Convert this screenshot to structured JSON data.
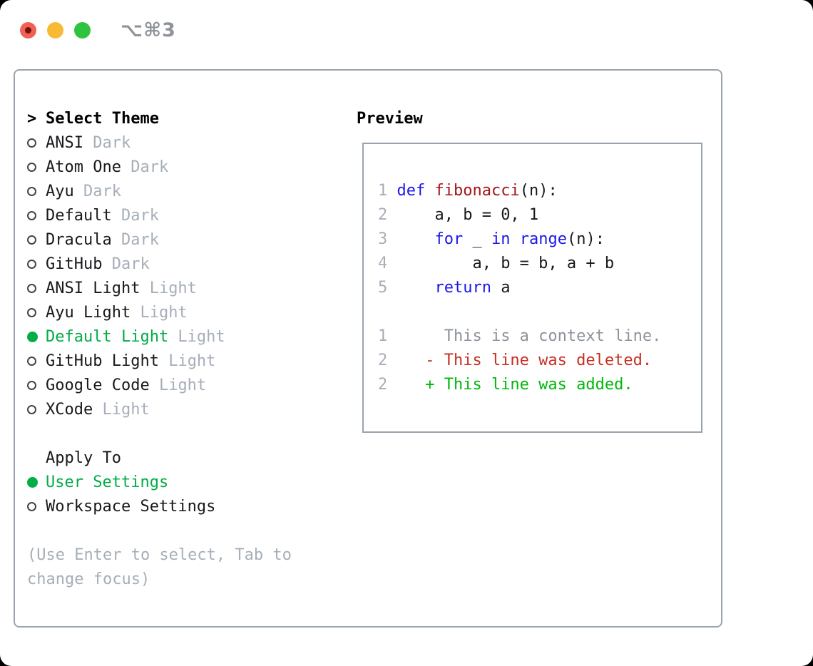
{
  "titlebar": {
    "shortcut": "⌥⌘3"
  },
  "theme_list": {
    "prompt": ">",
    "title": "Select Theme",
    "items": [
      {
        "name": "ANSI",
        "variant": "Dark",
        "selected": false
      },
      {
        "name": "Atom One",
        "variant": "Dark",
        "selected": false
      },
      {
        "name": "Ayu",
        "variant": "Dark",
        "selected": false
      },
      {
        "name": "Default",
        "variant": "Dark",
        "selected": false
      },
      {
        "name": "Dracula",
        "variant": "Dark",
        "selected": false
      },
      {
        "name": "GitHub",
        "variant": "Dark",
        "selected": false
      },
      {
        "name": "ANSI Light",
        "variant": "Light",
        "selected": false
      },
      {
        "name": "Ayu Light",
        "variant": "Light",
        "selected": false
      },
      {
        "name": "Default Light",
        "variant": "Light",
        "selected": true
      },
      {
        "name": "GitHub Light",
        "variant": "Light",
        "selected": false
      },
      {
        "name": "Google Code",
        "variant": "Light",
        "selected": false
      },
      {
        "name": "XCode",
        "variant": "Light",
        "selected": false
      }
    ]
  },
  "apply_to": {
    "title": "Apply To",
    "options": [
      {
        "label": "User Settings",
        "selected": true
      },
      {
        "label": "Workspace Settings",
        "selected": false
      }
    ]
  },
  "help_lines": [
    "(Use Enter to select, Tab to",
    "change focus)"
  ],
  "preview": {
    "title": "Preview",
    "lines": [
      {
        "num": "1",
        "tokens": [
          [
            "plain",
            " "
          ],
          [
            "kw",
            "def"
          ],
          [
            "plain",
            " "
          ],
          [
            "fn",
            "fibonacci"
          ],
          [
            "plain",
            "(n):"
          ]
        ]
      },
      {
        "num": "2",
        "tokens": [
          [
            "plain",
            "     a, b = 0, 1"
          ]
        ]
      },
      {
        "num": "3",
        "tokens": [
          [
            "plain",
            "     "
          ],
          [
            "kw",
            "for"
          ],
          [
            "plain",
            " _ "
          ],
          [
            "kw",
            "in"
          ],
          [
            "plain",
            " "
          ],
          [
            "kw",
            "range"
          ],
          [
            "plain",
            "(n):"
          ]
        ]
      },
      {
        "num": "4",
        "tokens": [
          [
            "plain",
            "         a, b = b, a + b"
          ]
        ]
      },
      {
        "num": "5",
        "tokens": [
          [
            "plain",
            "     "
          ],
          [
            "kw",
            "return"
          ],
          [
            "plain",
            " a"
          ]
        ]
      },
      {
        "num": "",
        "tokens": []
      },
      {
        "num": "1",
        "tokens": [
          [
            "ctx",
            "      This is a context line."
          ]
        ]
      },
      {
        "num": "2",
        "tokens": [
          [
            "del",
            "    - This line was deleted."
          ]
        ]
      },
      {
        "num": "2",
        "tokens": [
          [
            "add",
            "    + This line was added."
          ]
        ]
      }
    ]
  },
  "colors": {
    "text": "#17191c",
    "muted": "#a6aeb8",
    "context_gray": "#8d939b",
    "border": "#9aa3ad",
    "accent_green": "#00ad46",
    "diff_added_green": "#00b80b",
    "diff_deleted_red": "#c62f22",
    "keyword_blue": "#1a18e8",
    "function_red": "#a31515",
    "shortcut_gray": "#8f949a",
    "traffic_red": "#f26055",
    "traffic_yellow": "#f8ba35",
    "traffic_green": "#30c33f"
  }
}
